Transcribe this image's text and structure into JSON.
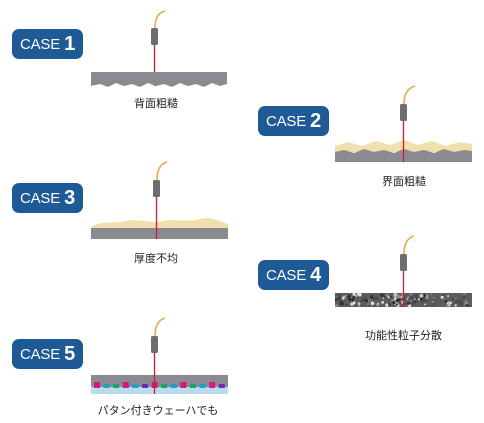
{
  "cases": [
    {
      "word": "CASE",
      "number": "1",
      "caption": "背面粗糙"
    },
    {
      "word": "CASE",
      "number": "2",
      "caption": "界面粗糙"
    },
    {
      "word": "CASE",
      "number": "3",
      "caption": "厚度不均"
    },
    {
      "word": "CASE",
      "number": "4",
      "caption": "功能性粒子分散"
    },
    {
      "word": "CASE",
      "number": "5",
      "caption": "パタン付きウェーハでも"
    }
  ],
  "colors": {
    "badge": "#1d5a96",
    "wafer": "#8a8a90",
    "coating": "#f1dfae",
    "cable": "#e8a84a",
    "probe": "#6e6e70",
    "laser": "#d61a2c",
    "pattern_base": "#b8dced"
  }
}
